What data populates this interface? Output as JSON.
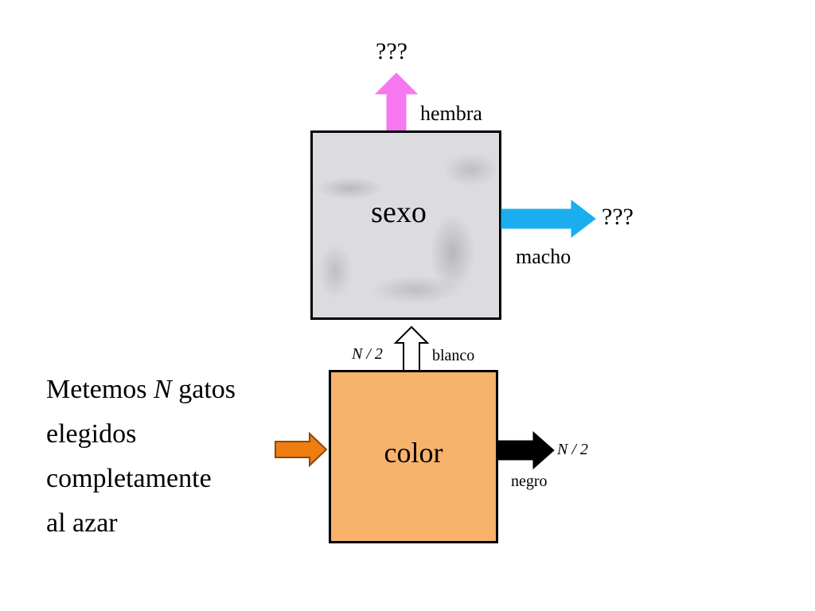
{
  "boxes": {
    "sexo": "sexo",
    "color": "color"
  },
  "outputs": {
    "top_question": "???",
    "hembra": "hembra",
    "right_question": "???",
    "macho": "macho",
    "blanco": "blanco",
    "negro": "negro",
    "white_count": "N / 2",
    "black_count": "N / 2"
  },
  "intro": {
    "line1_before": "Metemos",
    "line1_var": "N",
    "line1_after": "gatos",
    "line2": "elegidos",
    "line3": "completamente",
    "line4": "al azar"
  },
  "colors": {
    "female_arrow": "#f777f0",
    "male_arrow": "#1aaeee",
    "input_arrow": "#ef7d10",
    "black_arrow": "#000000",
    "color_box": "#f7b26c"
  }
}
